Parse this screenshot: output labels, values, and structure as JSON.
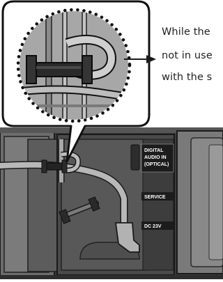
{
  "caption": {
    "line1": "While the",
    "line2": "not in use",
    "line3": "with the s"
  },
  "ports": {
    "digital_audio": [
      "DIGITAL",
      "AUDIO IN",
      "(OPTICAL)"
    ],
    "service": "SERVICE",
    "dc": "DC 23V"
  },
  "colors": {
    "panel_dark": "#3f3f3f",
    "panel_mid": "#6a6a6a",
    "panel_light": "#9a9a9a",
    "cable": "#b5b5b5",
    "label_box": "#1c1c1c",
    "callout_circle": "#a9a9a9",
    "arrow": "#1a1a1a"
  },
  "icons": [
    "zoom-callout-circle",
    "pointer-arrow-icon",
    "cable-holder-clip-icon"
  ]
}
